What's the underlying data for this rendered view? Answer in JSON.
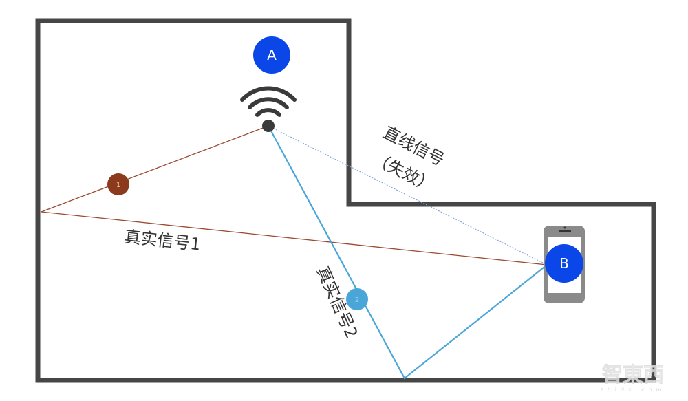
{
  "nodes": {
    "a": "A",
    "b": "B"
  },
  "reflection_markers": {
    "first": "1",
    "second": "2"
  },
  "labels": {
    "direct_signal": "直线信号",
    "direct_signal_status": "（失效）",
    "real_signal_1": "真实信号1",
    "real_signal_2": "真实信号2"
  },
  "watermark": {
    "logo": "智東西",
    "url": "zhidx.com"
  },
  "colors": {
    "wall": "#464646",
    "node": "#0b47e8",
    "path1": "#9a4a30",
    "path2": "#4aa6d8",
    "direct": "#8aa6d8"
  },
  "icons": [
    "wifi-router-icon",
    "smartphone-icon"
  ]
}
